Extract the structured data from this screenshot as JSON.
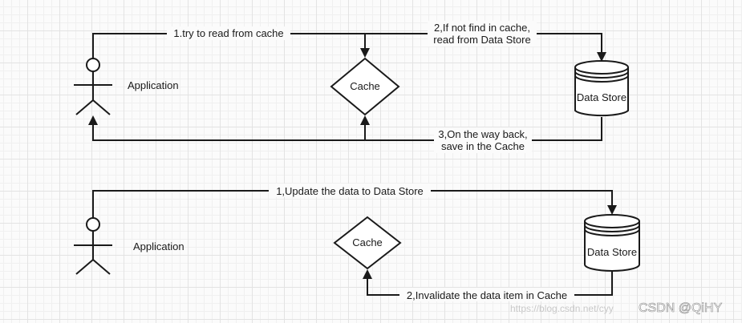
{
  "top": {
    "actor_label": "Application",
    "cache_label": "Cache",
    "store_label": "Data Store",
    "edge1": "1.try to read from cache",
    "edge2_line1": "2,If not find in cache,",
    "edge2_line2": "read from Data Store",
    "edge3_line1": "3,On the way back,",
    "edge3_line2": "save in the Cache"
  },
  "bottom": {
    "actor_label": "Application",
    "cache_label": "Cache",
    "store_label": "Data Store",
    "edge1": "1,Update the data to Data Store",
    "edge2": "2,Invalidate the data item in Cache"
  },
  "watermark": {
    "url": "https://blog.csdn.net/cyy",
    "text": "CSDN @QiHY"
  },
  "colors": {
    "stroke": "#1a1a1a",
    "grid": "#e3e3e3",
    "background": "#fbfbfb"
  }
}
